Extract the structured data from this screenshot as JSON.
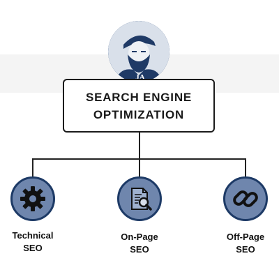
{
  "logo": {
    "icon": "bearded-man-portrait-icon",
    "monogram": "JA"
  },
  "title": {
    "line1": "SEARCH ENGINE",
    "line2": "OPTIMIZATION"
  },
  "colors": {
    "circle_fill": "#6f86ad",
    "circle_border": "#1d3a66",
    "connector": "#222222",
    "logo_bg": "#2e4f80"
  },
  "branches": [
    {
      "icon": "gear-icon",
      "line1": "Technical",
      "line2": "SEO"
    },
    {
      "icon": "document-magnifier-icon",
      "line1": "On-Page",
      "line2": "SEO"
    },
    {
      "icon": "chain-link-icon",
      "line1": "Off-Page",
      "line2": "SEO"
    }
  ]
}
